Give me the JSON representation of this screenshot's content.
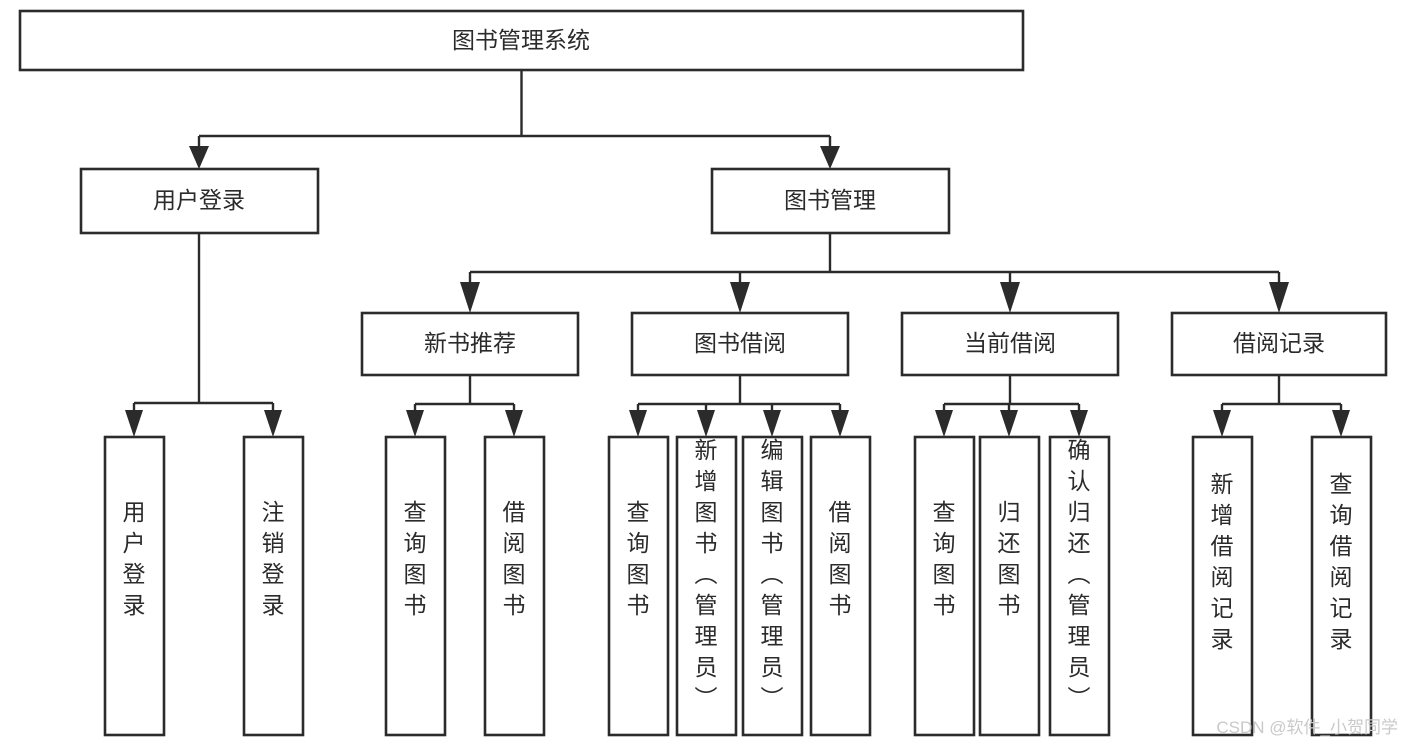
{
  "diagram": {
    "title": "图书管理系统",
    "type": "tree",
    "levels": [
      {
        "level": 1,
        "nodes": [
          {
            "id": "root",
            "label": "图书管理系统",
            "orientation": "horizontal"
          }
        ]
      },
      {
        "level": 2,
        "nodes": [
          {
            "id": "user-login",
            "label": "用户登录",
            "orientation": "horizontal",
            "parent": "root"
          },
          {
            "id": "book-manage",
            "label": "图书管理",
            "orientation": "horizontal",
            "parent": "root"
          }
        ]
      },
      {
        "level": 3,
        "nodes": [
          {
            "id": "new-book-rec",
            "label": "新书推荐",
            "orientation": "horizontal",
            "parent": "book-manage"
          },
          {
            "id": "book-borrow",
            "label": "图书借阅",
            "orientation": "horizontal",
            "parent": "book-manage"
          },
          {
            "id": "current-borrow",
            "label": "当前借阅",
            "orientation": "horizontal",
            "parent": "book-manage"
          },
          {
            "id": "borrow-record",
            "label": "借阅记录",
            "orientation": "horizontal",
            "parent": "book-manage"
          }
        ]
      },
      {
        "level": 4,
        "nodes": [
          {
            "id": "leaf-user-login",
            "label": "用户登录",
            "orientation": "vertical",
            "parent": "user-login"
          },
          {
            "id": "leaf-logout",
            "label": "注销登录",
            "orientation": "vertical",
            "parent": "user-login"
          },
          {
            "id": "leaf-query-book-1",
            "label": "查询图书",
            "orientation": "vertical",
            "parent": "new-book-rec"
          },
          {
            "id": "leaf-borrow-book-1",
            "label": "借阅图书",
            "orientation": "vertical",
            "parent": "new-book-rec"
          },
          {
            "id": "leaf-query-book-2",
            "label": "查询图书",
            "orientation": "vertical",
            "parent": "book-borrow"
          },
          {
            "id": "leaf-add-book",
            "label": "新增图书（管理员）",
            "orientation": "vertical",
            "parent": "book-borrow"
          },
          {
            "id": "leaf-edit-book",
            "label": "编辑图书（管理员）",
            "orientation": "vertical",
            "parent": "book-borrow"
          },
          {
            "id": "leaf-borrow-book-2",
            "label": "借阅图书",
            "orientation": "vertical",
            "parent": "book-borrow"
          },
          {
            "id": "leaf-query-book-3",
            "label": "查询图书",
            "orientation": "vertical",
            "parent": "current-borrow"
          },
          {
            "id": "leaf-return-book",
            "label": "归还图书",
            "orientation": "vertical",
            "parent": "current-borrow"
          },
          {
            "id": "leaf-confirm-return",
            "label": "确认归还（管理员）",
            "orientation": "vertical",
            "parent": "current-borrow"
          },
          {
            "id": "leaf-add-record",
            "label": "新增借阅记录",
            "orientation": "vertical",
            "parent": "borrow-record"
          },
          {
            "id": "leaf-query-record",
            "label": "查询借阅记录",
            "orientation": "vertical",
            "parent": "borrow-record"
          }
        ]
      }
    ]
  },
  "watermark": {
    "text": "CSDN @软件_小贺同学",
    "color": "#c9c9c9"
  },
  "style": {
    "stroke_color": "#2b2b2b",
    "fill_color": "#ffffff",
    "background": "#ffffff",
    "text_color": "#2b2b2b"
  }
}
